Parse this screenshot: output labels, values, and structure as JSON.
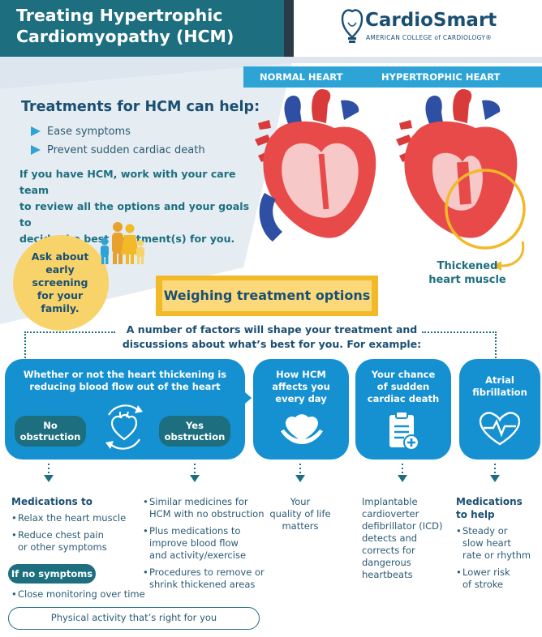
{
  "header": {
    "title_line1": "Treating Hypertrophic",
    "title_line2": "Cardiomyopathy (HCM)",
    "brand_name": "CardioSmart",
    "brand_sub": "AMERICAN COLLEGE of CARDIOLOGY®"
  },
  "hearts": {
    "normal_label": "NORMAL HEART",
    "hypertrophic_label": "HYPERTROPHIC HEART",
    "thickened_line1": "Thickened",
    "thickened_line2": "heart muscle"
  },
  "intro": {
    "heading": "Treatments for HCM can help:",
    "bullets": [
      "Ease symptoms",
      "Prevent sudden cardiac death"
    ],
    "line1": "If you have HCM, work with your care team",
    "line2": "to review all the options and your goals to",
    "line3": "decide the best treatment(s) for you."
  },
  "ask": {
    "line1": "Ask about",
    "line2": "early screening",
    "line3": "for your",
    "line4": "family."
  },
  "weighing": {
    "banner": "Weighing treatment options",
    "line1": "A number of factors will shape your treatment and",
    "line2": "discussions about what’s best for you. For example:"
  },
  "cards": {
    "flow": {
      "line1": "Whether or not the heart thickening is",
      "line2": "reducing blood flow out of the heart",
      "no_line1": "No",
      "no_line2": "obstruction",
      "yes_line1": "Yes",
      "yes_line2": "obstruction"
    },
    "daily": {
      "line1": "How HCM",
      "line2": "affects you",
      "line3": "every day"
    },
    "death": {
      "line1": "Your chance",
      "line2": "of sudden",
      "line3": "cardiac death"
    },
    "afib": {
      "line1": "Atrial",
      "line2": "fibrillation"
    }
  },
  "columns": {
    "no_obs": {
      "heading": "Medications to",
      "items": [
        "Relax the heart muscle",
        "Reduce chest pain",
        "or other symptoms"
      ],
      "no_symptoms": "If no symptoms",
      "monitoring": "Close monitoring over time"
    },
    "yes_obs": {
      "items": [
        "Similar medicines for",
        "HCM with no obstruction",
        "Plus medications to",
        "improve blood flow",
        "and activity/exercise",
        "Procedures to remove or",
        "shrink thickened areas"
      ]
    },
    "daily": {
      "lines": [
        "Your",
        "quality of life",
        "matters"
      ]
    },
    "death": {
      "lines": [
        "Implantable",
        "cardioverter",
        "defibrillator (ICD)",
        "detects and",
        "corrects for",
        "dangerous",
        "heartbeats"
      ]
    },
    "afib": {
      "heading_line1": "Medications",
      "heading_line2": "to help",
      "items": [
        "Steady or",
        "slow heart",
        "rate or rhythm",
        "Lower risk",
        "of stroke"
      ]
    },
    "physical": "Physical activity that’s right for you"
  },
  "colors": {
    "navy": "#1b4f72",
    "teal": "#1d6f80",
    "blue": "#1590d0",
    "sky": "#2ea3d5",
    "yellow": "#f8d36a",
    "heart_red": "#e84a4a"
  },
  "icons": [
    "lightbulb-heart-icon",
    "family-icon",
    "heart-arrows-icon",
    "hands-heart-icon",
    "clipboard-medical-icon",
    "heart-rhythm-icon"
  ]
}
